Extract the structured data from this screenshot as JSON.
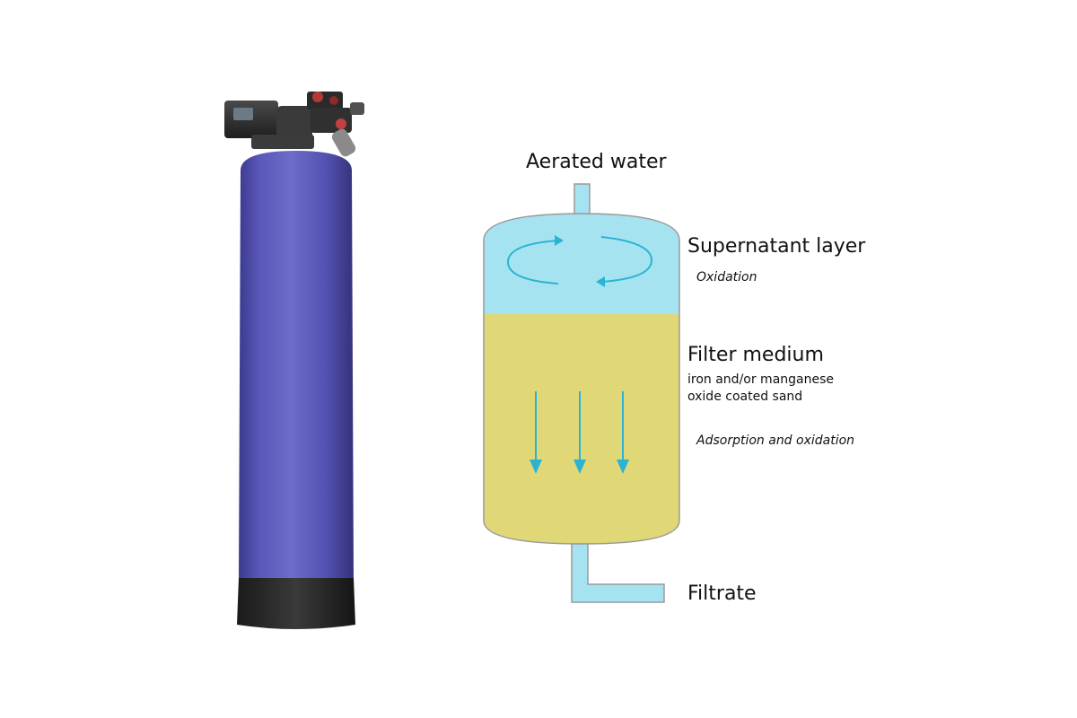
{
  "diagram": {
    "inlet_label": "Aerated water",
    "supernatant": {
      "title": "Supernatant layer",
      "process": "Oxidation"
    },
    "filter": {
      "title": "Filter medium",
      "description": "iron and/or manganese\noxide coated sand",
      "process": "Adsorption and oxidation"
    },
    "outlet_label": "Filtrate"
  },
  "colors": {
    "water": "#a6e3f0",
    "filter_medium": "#e0d776",
    "arrow": "#2ab3d2",
    "outline": "#9a9a9a",
    "tank_body": "#5f5cbd",
    "tank_base": "#2a2a2a",
    "control_head": "#2b2b2b"
  },
  "icons": {
    "photo": "water-filter-tank-photo",
    "circulation": "circular-flow-arrows-icon",
    "downflow": "downward-flow-arrows-icon"
  }
}
